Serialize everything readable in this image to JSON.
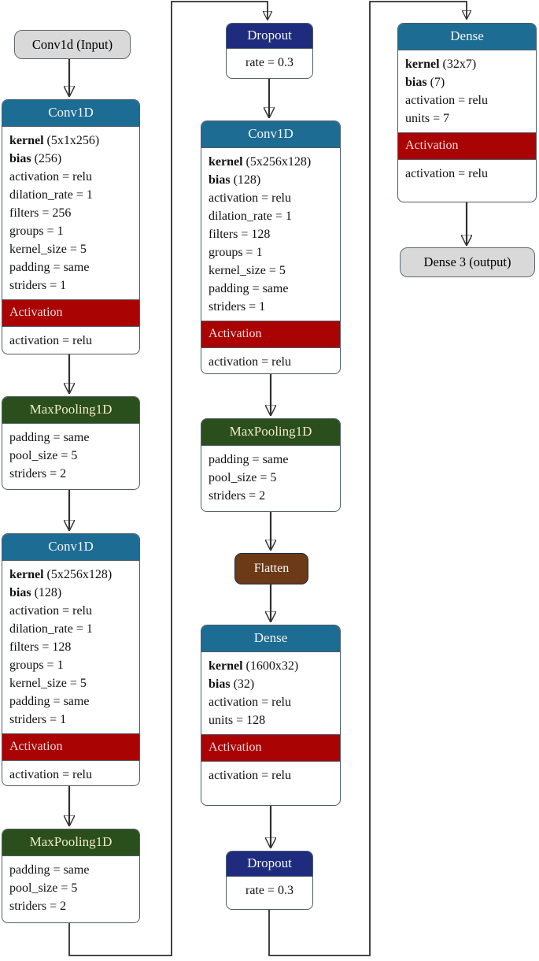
{
  "colors": {
    "teal": "#1D6C94",
    "green": "#2B4F1C",
    "red": "#A90303",
    "navy": "#1F2C7E",
    "brown": "#6C3A16",
    "gray": "#D9D9D9",
    "pale": "#EFECC5"
  },
  "nodes": {
    "input": {
      "label": "Conv1d (Input)"
    },
    "conv1": {
      "title": "Conv1D",
      "params": [
        {
          "b": "kernel",
          "t": " (5x1x256)"
        },
        {
          "b": "bias",
          "t": " (256)"
        },
        {
          "t": "activation = relu"
        },
        {
          "t": "dilation_rate = 1"
        },
        {
          "t": "filters = 256"
        },
        {
          "t": "groups = 1"
        },
        {
          "t": "kernel_size = 5"
        },
        {
          "t": "padding = same"
        },
        {
          "t": "striders = 1"
        }
      ],
      "act_title": "Activation",
      "act_params": [
        {
          "t": "activation = relu"
        }
      ]
    },
    "pool1": {
      "title": "MaxPooling1D",
      "params": [
        {
          "t": "padding = same"
        },
        {
          "t": "pool_size = 5"
        },
        {
          "t": "striders = 2"
        }
      ]
    },
    "conv2": {
      "title": "Conv1D",
      "params": [
        {
          "b": "kernel",
          "t": " (5x256x128)"
        },
        {
          "b": "bias",
          "t": " (128)"
        },
        {
          "t": "activation = relu"
        },
        {
          "t": "dilation_rate = 1"
        },
        {
          "t": "filters = 128"
        },
        {
          "t": "groups = 1"
        },
        {
          "t": "kernel_size = 5"
        },
        {
          "t": "padding = same"
        },
        {
          "t": "striders = 1"
        }
      ],
      "act_title": "Activation",
      "act_params": [
        {
          "t": "activation = relu"
        }
      ]
    },
    "pool2": {
      "title": "MaxPooling1D",
      "params": [
        {
          "t": "padding = same"
        },
        {
          "t": "pool_size = 5"
        },
        {
          "t": "striders = 2"
        }
      ]
    },
    "dropout1": {
      "title": "Dropout",
      "params": [
        {
          "t": "rate = 0.3"
        }
      ]
    },
    "conv3": {
      "title": "Conv1D",
      "params": [
        {
          "b": "kernel",
          "t": " (5x256x128)"
        },
        {
          "b": "bias",
          "t": " (128)"
        },
        {
          "t": "activation = relu"
        },
        {
          "t": "dilation_rate = 1"
        },
        {
          "t": "filters = 128"
        },
        {
          "t": "groups = 1"
        },
        {
          "t": "kernel_size = 5"
        },
        {
          "t": "padding = same"
        },
        {
          "t": "striders = 1"
        }
      ],
      "act_title": "Activation",
      "act_params": [
        {
          "t": "activation = relu"
        }
      ]
    },
    "pool3": {
      "title": "MaxPooling1D",
      "params": [
        {
          "t": "padding = same"
        },
        {
          "t": "pool_size = 5"
        },
        {
          "t": "striders = 2"
        }
      ]
    },
    "flatten": {
      "label": "Flatten"
    },
    "dense1": {
      "title": "Dense",
      "params": [
        {
          "b": "kernel",
          "t": " (1600x32)"
        },
        {
          "b": "bias",
          "t": " (32)"
        },
        {
          "t": "activation = relu"
        },
        {
          "t": "units = 128"
        }
      ],
      "act_title": "Activation",
      "act_params": [
        {
          "t": "activation = relu"
        }
      ]
    },
    "dropout2": {
      "title": "Dropout",
      "params": [
        {
          "t": "rate = 0.3"
        }
      ]
    },
    "dense2": {
      "title": "Dense",
      "params": [
        {
          "b": "kernel",
          "t": " (32x7)"
        },
        {
          "b": "bias",
          "t": " (7)"
        },
        {
          "t": "activation = relu"
        },
        {
          "t": "units = 7"
        }
      ],
      "act_title": "Activation",
      "act_params": [
        {
          "t": "activation = relu"
        }
      ]
    },
    "output": {
      "label": "Dense 3 (output)"
    }
  }
}
